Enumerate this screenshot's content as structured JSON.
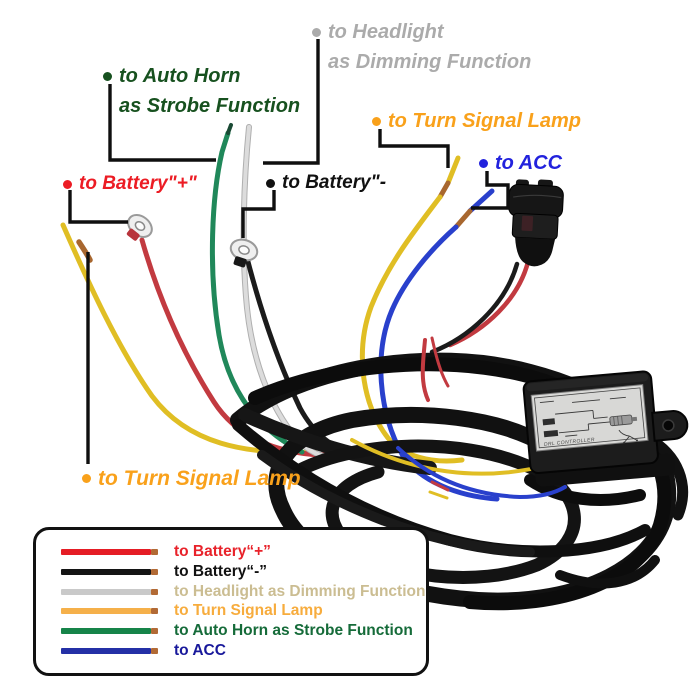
{
  "labels": {
    "headlight": {
      "line1": "to Headlight",
      "line2": "as Dimming Function",
      "color": "#ABABAB"
    },
    "auto_horn": {
      "line1": "to Auto Horn",
      "line2": "as Strobe Function",
      "color": "#17511F"
    },
    "turn_signal_top": {
      "text": "to Turn Signal Lamp",
      "color": "#F9A11B"
    },
    "acc": {
      "text": "to ACC",
      "color": "#2222DD"
    },
    "battery_plus": {
      "text": "to Battery\"+\"",
      "color": "#EC1C24"
    },
    "battery_minus": {
      "text": "to Battery\"-",
      "color": "#111111"
    },
    "turn_signal_bottom": {
      "text": "to Turn Signal Lamp",
      "color": "#F9A11B"
    }
  },
  "module": {
    "label_text": "DRL CONTROLLER"
  },
  "legend": {
    "tip_color": "#B26A35",
    "items": [
      {
        "label": "to Battery“+”",
        "text_color": "#E8222A",
        "wire_color": "#E51D25"
      },
      {
        "label": "to Battery“-”",
        "text_color": "#111111",
        "wire_color": "#141414"
      },
      {
        "label": "to Headlight as Dimming Function",
        "text_color": "#CBBD92",
        "wire_color": "#C9C9C9"
      },
      {
        "label": "to Turn Signal Lamp",
        "text_color": "#F7AC3D",
        "wire_color": "#F5B04A"
      },
      {
        "label": "to Auto Horn as Strobe Function",
        "text_color": "#156B39",
        "wire_color": "#168449"
      },
      {
        "label": "to ACC",
        "text_color": "#18189B",
        "wire_color": "#2430A6"
      }
    ]
  },
  "colors": {
    "wire_yellow": "#E0BE24",
    "wire_red": "#C23A40",
    "wire_green": "#20885A",
    "wire_white": "#DCDCDC",
    "wire_white_edge": "#AFAFAF",
    "wire_black": "#1B1B1B",
    "wire_blue": "#2940CC",
    "copper": "#A8672F",
    "annotation_line": "#0F0F0F"
  }
}
